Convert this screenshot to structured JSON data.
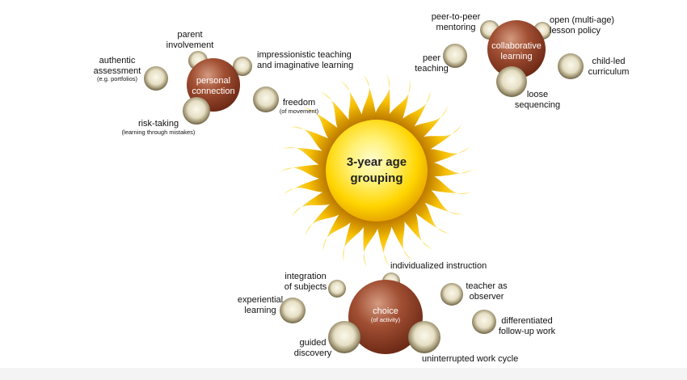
{
  "center": {
    "line1": "3-year age",
    "line2": "grouping"
  },
  "hubs": {
    "personal": {
      "line1": "personal",
      "line2": "connection"
    },
    "collab": {
      "line1": "collaborative",
      "line2": "learning"
    },
    "choice": {
      "line1": "choice",
      "sub": "(of activity)"
    }
  },
  "labels": {
    "authentic": {
      "line1": "authentic",
      "line2": "assessment",
      "sub": "(e.g. portfolios)"
    },
    "parent": {
      "line1": "parent",
      "line2": "involvement"
    },
    "impressionistic": {
      "line1": "impressionistic teaching",
      "line2": "and imaginative learning"
    },
    "risk": {
      "line1": "risk-taking",
      "sub": "(learning through mistakes)"
    },
    "freedom": {
      "line1": "freedom",
      "sub": "(of movement)"
    },
    "p2p": {
      "line1": "peer-to-peer",
      "line2": "mentoring"
    },
    "open": {
      "line1": "open (multi-age)",
      "line2": "lesson policy"
    },
    "peerteach": {
      "line1": "peer",
      "line2": "teaching"
    },
    "childled": {
      "line1": "child-led",
      "line2": "curriculum"
    },
    "loose": {
      "line1": "loose",
      "line2": "sequencing"
    },
    "individualized": {
      "line1": "individualized instruction"
    },
    "integration": {
      "line1": "integration",
      "line2": "of subjects"
    },
    "experiential": {
      "line1": "experiential",
      "line2": "learning"
    },
    "teacher": {
      "line1": "teacher as",
      "line2": "observer"
    },
    "differentiated": {
      "line1": "differentiated",
      "line2": "follow-up work"
    },
    "guided": {
      "line1": "guided",
      "line2": "discovery"
    },
    "uninterrupted": {
      "line1": "uninterrupted work cycle"
    }
  },
  "colors": {
    "sun_core": "#fff27a",
    "sun_mid": "#ffd500",
    "sun_edge": "#e8a800",
    "hub": "#8a3a22",
    "hub_light": "#c9896e",
    "bubble": "#8f8463",
    "bubble_light": "#f4f0e2"
  }
}
